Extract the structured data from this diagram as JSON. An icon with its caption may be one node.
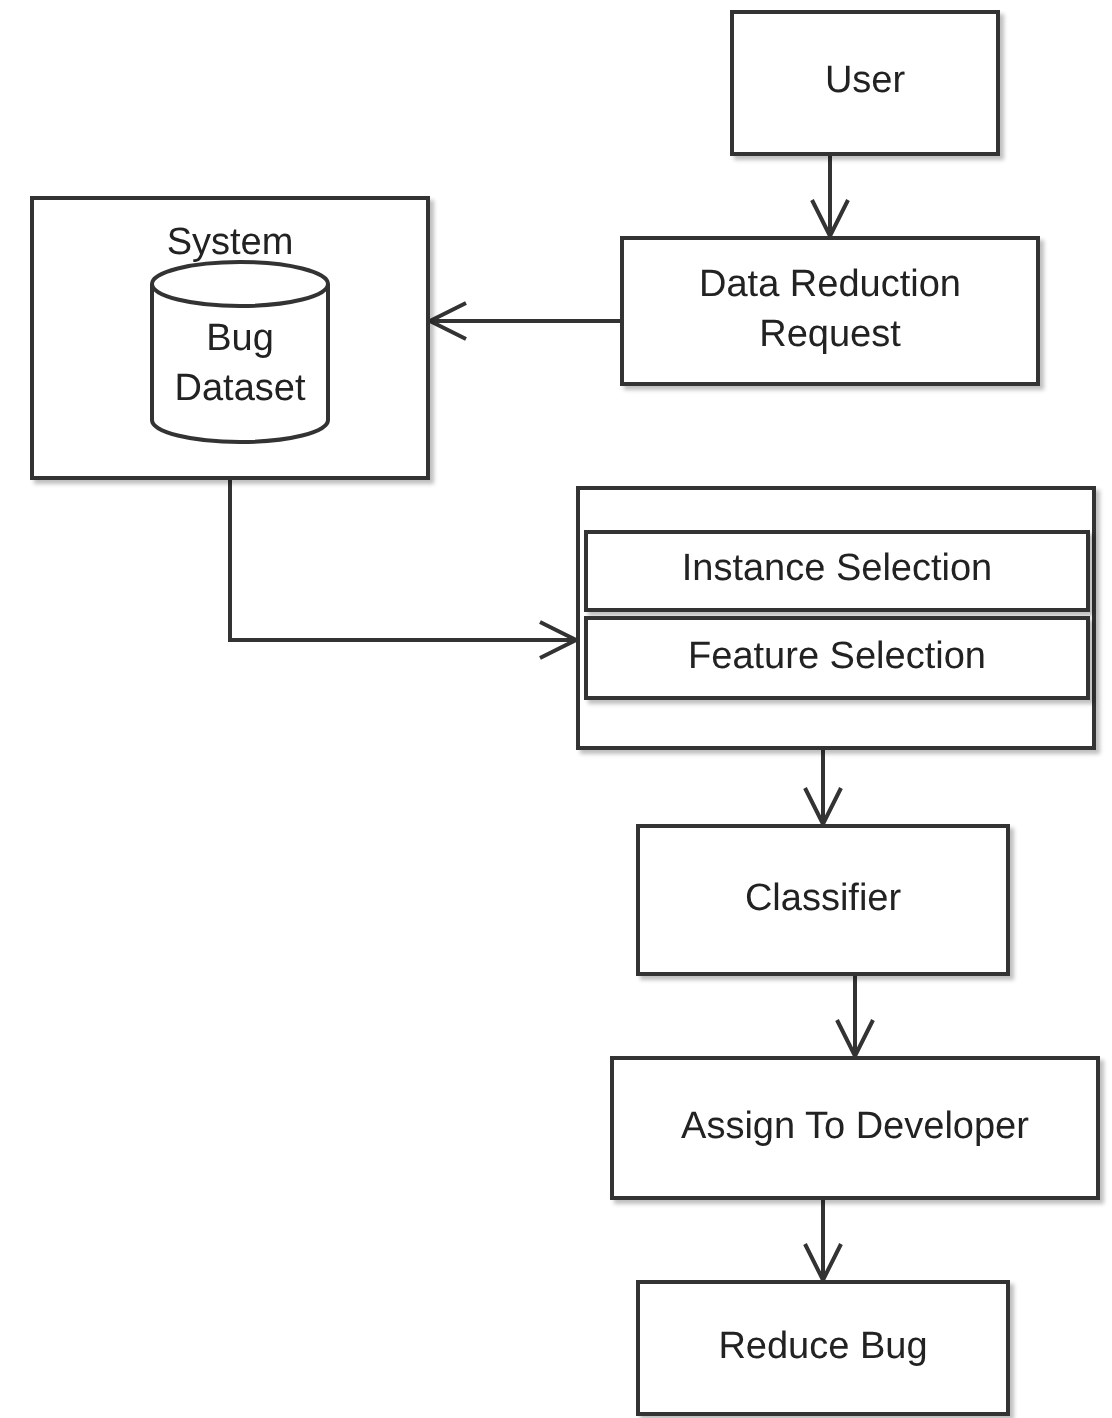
{
  "diagram": {
    "nodes": [
      {
        "text": [
          "User"
        ]
      },
      {
        "text": [
          "Data Reduction Request"
        ]
      },
      {
        "text": [
          "System"
        ]
      },
      {
        "text": [
          "Bug Dataset"
        ],
        "in": 2
      },
      {
        "text": [],
        "shape": "box"
      },
      {
        "text": [
          "Instance Selection"
        ],
        "in": 4
      },
      {
        "text": [
          "Feature Selection"
        ],
        "in": 4
      },
      {
        "text": [
          "Classifier"
        ]
      },
      {
        "text": [
          "Assign To Developer"
        ]
      },
      {
        "text": [
          "Reduce Bug"
        ]
      }
    ],
    "edges": [
      {
        "from": 0,
        "to": 1,
        "arrow": "to"
      },
      {
        "from": 1,
        "to": 2,
        "arrow": "to"
      },
      {
        "from": 3,
        "to": 4,
        "arrow": "to"
      },
      {
        "from": 4,
        "to": 7,
        "arrow": "to"
      },
      {
        "from": 7,
        "to": 8,
        "arrow": "to"
      },
      {
        "from": 8,
        "to": 9,
        "arrow": "to"
      }
    ]
  }
}
